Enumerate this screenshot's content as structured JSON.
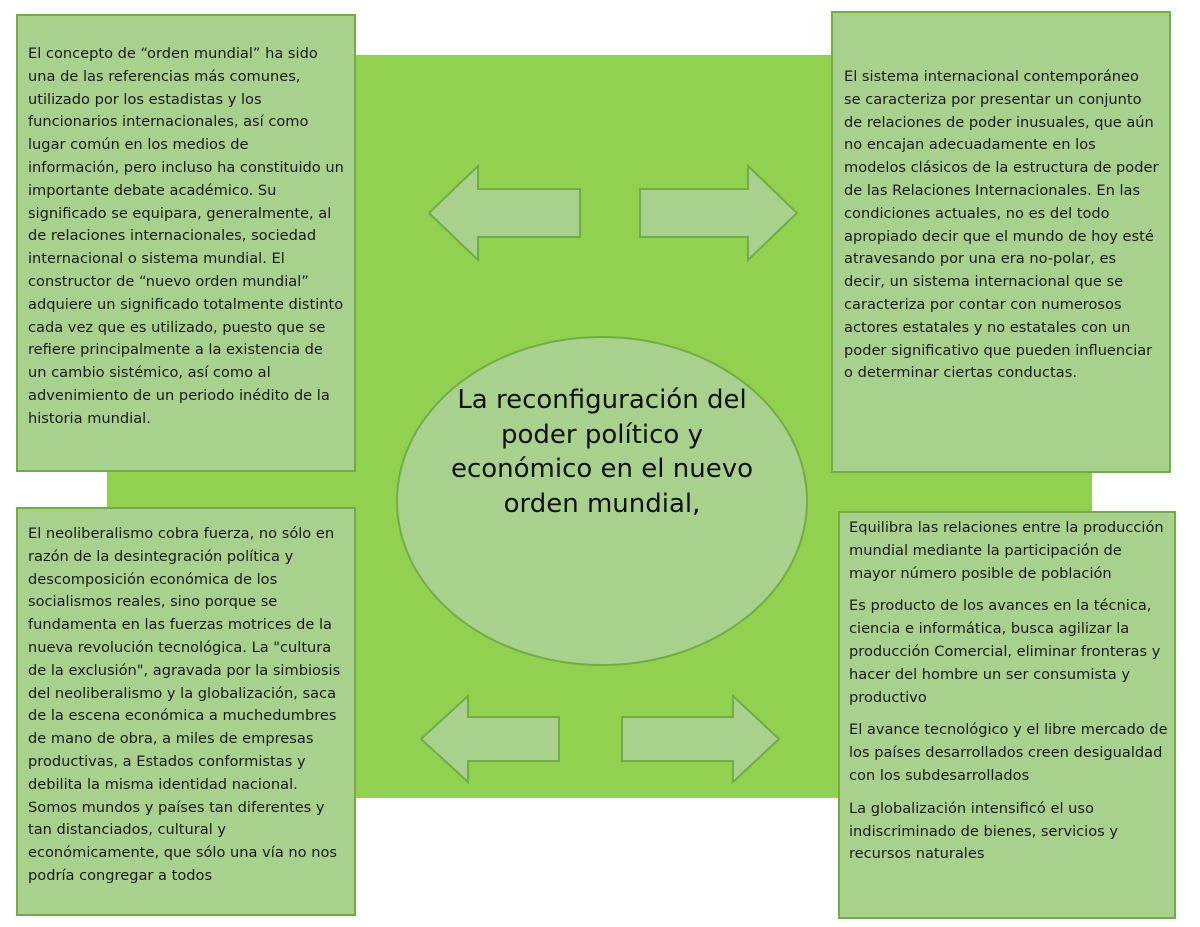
{
  "center": {
    "title": "La reconfiguración del poder político y económico en el nuevo orden mundial,"
  },
  "top_left": {
    "text": "El concepto de “orden mundial” ha sido una de las referencias más comunes, utilizado por los estadistas y los funcionarios internacionales, así como lugar común en los medios de información, pero incluso ha constituido un importante debate académico. Su significado se equipara, generalmente, al de relaciones internacionales, sociedad internacional o sistema mundial.  El constructor de “nuevo orden mundial” adquiere un significado totalmente distinto cada vez que es utilizado, puesto que se refiere principalmente a la existencia de un cambio sistémico, así como al advenimiento de un periodo inédito de la historia mundial."
  },
  "top_right": {
    "text": "El sistema internacional contemporáneo se caracteriza por presentar un conjunto de relaciones de poder inusuales, que aún no encajan adecuadamente en los modelos clásicos de la estructura de poder de las Relaciones Internacionales. En las condiciones actuales, no es del todo apropiado decir que el mundo de hoy esté atravesando por una era no-polar, es decir, un sistema internacional que se caracteriza por contar con numerosos actores estatales y no estatales con un poder significativo que pueden influenciar o determinar ciertas conductas."
  },
  "bottom_left": {
    "text": "El neoliberalismo cobra fuerza, no sólo en razón de la desintegración política y descomposición económica de los socialismos reales, sino porque se fundamenta en las fuerzas motrices de la nueva revolución tecnológica. La \"cultura de la exclusión\", agravada por la simbiosis del neoliberalismo y la globalización, saca de la escena económica a muchedumbres de mano de obra, a miles de empresas productivas, a Estados conformistas y debilita la misma identidad nacional. Somos mundos y países tan diferentes y tan distanciados, cultural y económicamente, que sólo una vía no nos podría congregar a todos"
  },
  "bottom_right": {
    "paragraphs": [
      "Equilibra las relaciones entre la producción mundial mediante la participación de mayor número posible de población",
      "Es producto de los avances en la técnica, ciencia e informática, busca agilizar la producción Comercial, eliminar fronteras y hacer del hombre un ser consumista y productivo",
      "El avance tecnológico y el libre mercado de los países desarrollados creen desigualdad con los subdesarrollados",
      "La globalización intensificó el uso indiscriminado de bienes, servicios y recursos naturales"
    ]
  },
  "colors": {
    "background_panel": "#92d050",
    "box_fill": "#a9d18e",
    "box_border": "#70ad47"
  }
}
